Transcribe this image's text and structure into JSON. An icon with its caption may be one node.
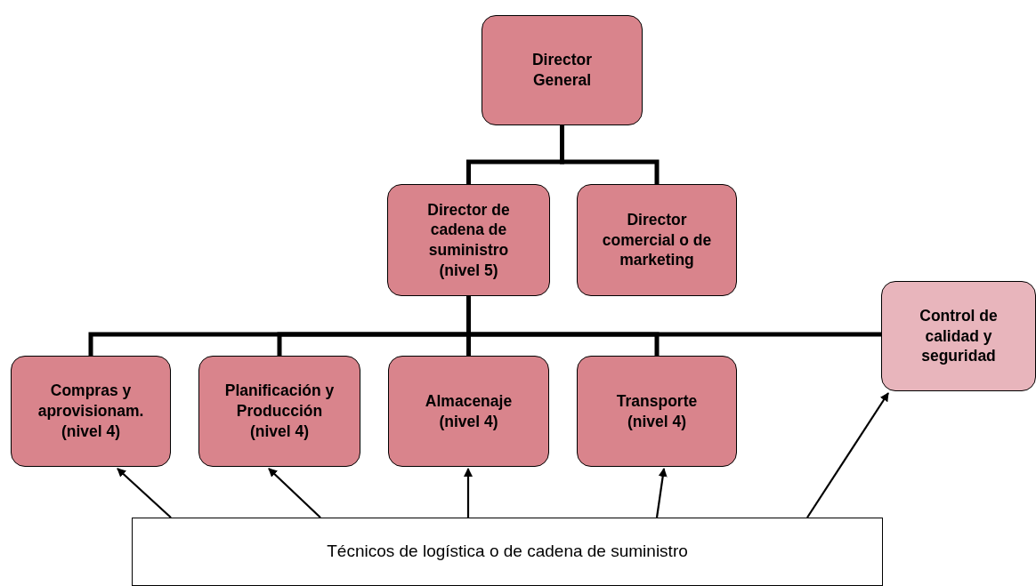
{
  "diagram": {
    "nodes": [
      {
        "text": [
          "Director General"
        ]
      },
      {
        "text": [
          "Director de cadena de suministro (nivel 5)"
        ]
      },
      {
        "text": [
          "Director comercial o de marketing"
        ]
      },
      {
        "text": [
          "Control de calidad y seguridad"
        ]
      },
      {
        "text": [
          "Compras y aprovisionam. (nivel 4)"
        ]
      },
      {
        "text": [
          "Planificación y Producción (nivel 4)"
        ]
      },
      {
        "text": [
          "Almacenaje (nivel 4)"
        ]
      },
      {
        "text": [
          "Transporte (nivel 4)"
        ]
      },
      {
        "text": [
          "Técnicos de logística o de cadena de suministro"
        ]
      }
    ],
    "edges": [
      {
        "from": 0,
        "to": 1,
        "arrow": "none"
      },
      {
        "from": 0,
        "to": 2,
        "arrow": "none"
      },
      {
        "from": 1,
        "to": 4,
        "arrow": "none"
      },
      {
        "from": 1,
        "to": 5,
        "arrow": "none"
      },
      {
        "from": 1,
        "to": 6,
        "arrow": "none"
      },
      {
        "from": 1,
        "to": 7,
        "arrow": "none"
      },
      {
        "from": 1,
        "to": 3,
        "arrow": "none"
      },
      {
        "from": 8,
        "to": 4,
        "arrow": "to"
      },
      {
        "from": 8,
        "to": 5,
        "arrow": "to"
      },
      {
        "from": 8,
        "to": 6,
        "arrow": "to"
      },
      {
        "from": 8,
        "to": 7,
        "arrow": "to"
      },
      {
        "from": 8,
        "to": 3,
        "arrow": "to"
      }
    ]
  }
}
